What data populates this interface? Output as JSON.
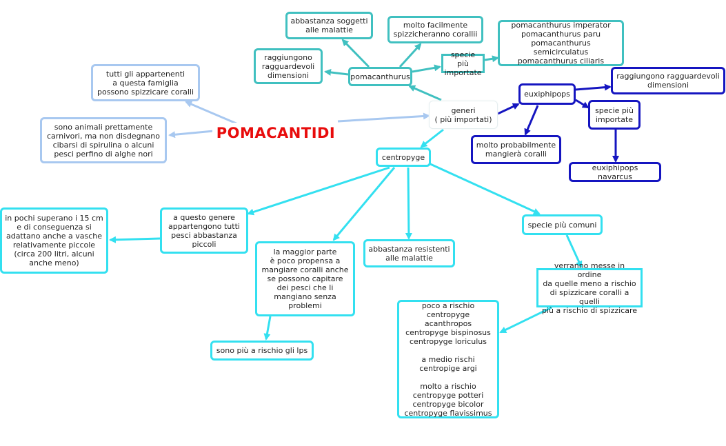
{
  "colors": {
    "root_text": "#e80c0c",
    "light_blue": "#a8c8f0",
    "teal": "#40c0c0",
    "cyan": "#33e0f0",
    "navy": "#1515c0"
  },
  "root": "POMACANTIDI",
  "nodes": {
    "family_coral": "tutti gli appartenenti\na questa famiglia\npossono spizzicare coralli",
    "carnivores": "sono animali prettamente\ncarnivori, ma non disdegnano\ncibarsi di spirulina o alcuni\npesci perfino di alghe nori",
    "generi": "generi\n( più importati)",
    "pomacanthurus": "pomacanthurus",
    "pom_malattie": "abbastanza soggetti\nalle malattie",
    "pom_coralli": "molto facilmente\nspizzicheranno corallii",
    "pom_dimensioni": "raggiungono\nragguardevoli\ndimensioni",
    "pom_specie": "specie più\nimportate",
    "pom_species_list": "pomacanthurus imperator\npomacanthurus paru\npomacanthurus semicirculatus\npomacanthurus ciliaris",
    "euxiphipops": "euxiphipops",
    "eux_dimensioni": "raggiungono ragguardevoli\ndimensioni",
    "eux_specie": "specie più\nimportate",
    "eux_coralli": "molto probabilmente\nmangierà coralli",
    "eux_navarcus": "euxiphipops navarcus",
    "centropyge": "centropyge",
    "cen_piccoli": "a questo genere\nappartengono tutti\npesci abbastanza\npiccoli",
    "cen_vasche": "in pochi superano i 15 cm\ne di conseguenza si\nadattano anche a vasche\nrelativamente piccole\n(circa 200 litri, alcuni\nanche meno)",
    "cen_propensa": "la maggior parte\nè poco propensa a\nmangiare coralli anche\nse possono capitare\ndei pesci che li\nmangiano senza\nproblemi",
    "cen_lps": "sono più a rischio gli lps",
    "cen_resistenti": "abbastanza resistenti\nalle malattie",
    "cen_comuni": "specie più comuni",
    "cen_ordine": "verranno messe in ordine\nda quelle meno a rischio\ndi spizzicare coralli a quelli\npiù a rischio di spizzicare",
    "cen_rischio_list": "poco a rischio\ncentropyge acanthropos\ncentropyge bispinosus\ncentropyge loriculus\n\na medio rischi\ncentropige argi\n\nmolto a rischio\ncentropyge potteri\ncentropyge bicolor\ncentropyge flavissimus"
  }
}
